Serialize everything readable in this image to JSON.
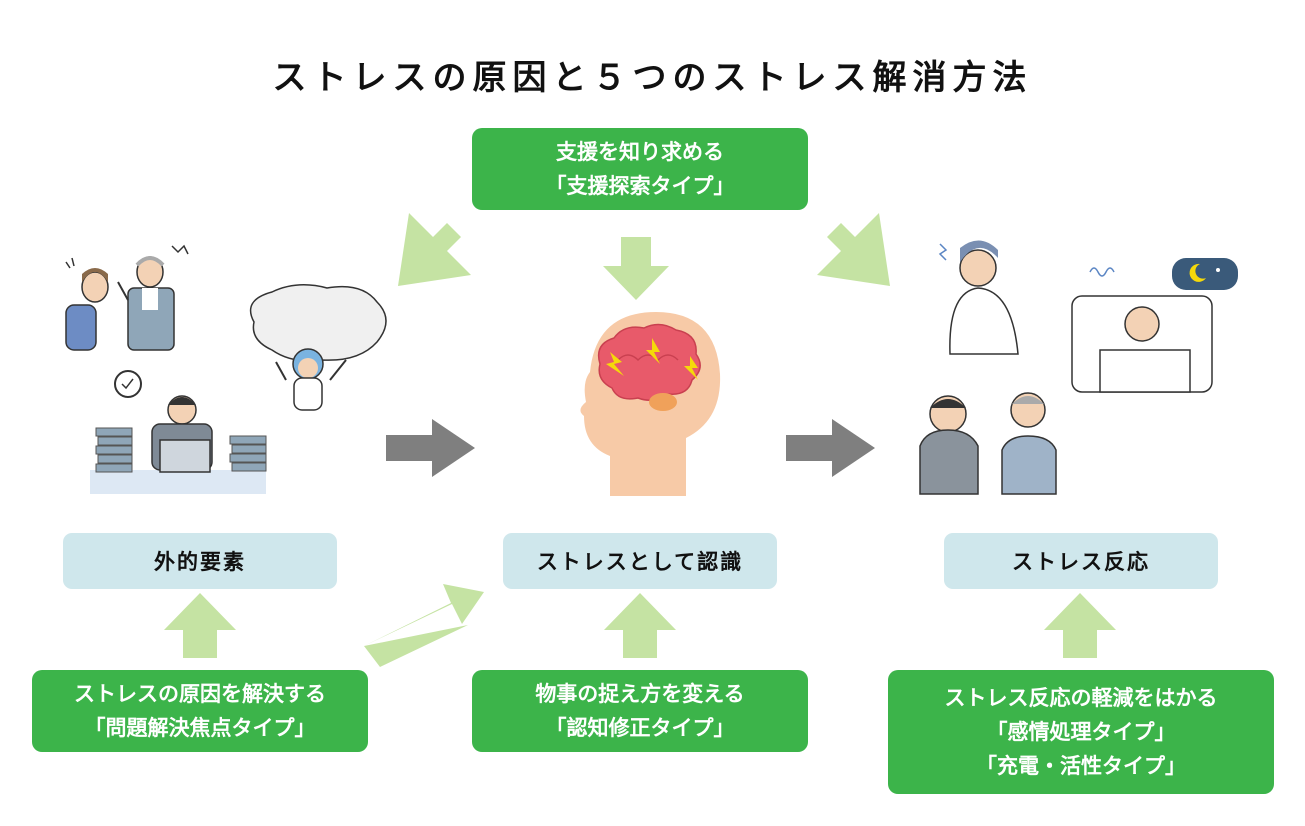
{
  "title": "ストレスの原因と５つのストレス解消方法",
  "top_box": {
    "line1": "支援を知り求める",
    "line2": "「支援探索タイプ」"
  },
  "stages": {
    "external": "外的要素",
    "recognition": "ストレスとして認識",
    "reaction": "ストレス反応"
  },
  "bottom_boxes": {
    "problem": {
      "line1": "ストレスの原因を解決する",
      "line2": "「問題解決焦点タイプ」"
    },
    "cognitive": {
      "line1": "物事の捉え方を変える",
      "line2": "「認知修正タイプ」"
    },
    "reaction_relief": {
      "line1": "ストレス反応の軽減をはかる",
      "line2": "「感情処理タイプ」",
      "line3": "「充電・活性タイプ」"
    }
  },
  "colors": {
    "green_box": "#3cb44a",
    "blue_box": "#cfe7ec",
    "light_green_arrow": "#c5e3a3",
    "gray_arrow": "#7f7f7f",
    "brain": "#e85a6a",
    "head": "#f7caa7"
  },
  "illustrations": [
    "boss-scolding-icon",
    "rock-burden-icon",
    "overworked-desk-icon",
    "stressed-brain-icon",
    "headache-woman-icon",
    "insomnia-bed-icon",
    "consoling-colleague-icon"
  ]
}
